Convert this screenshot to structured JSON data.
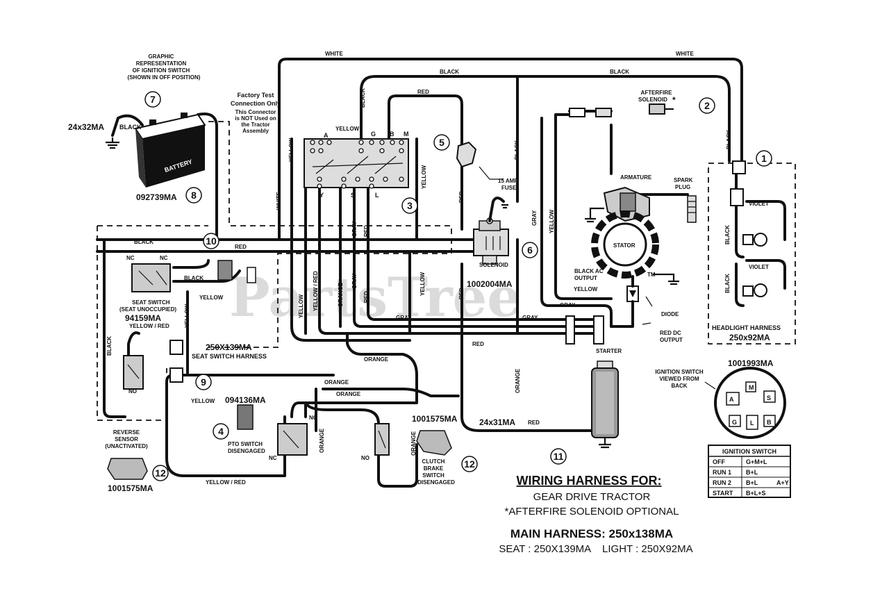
{
  "watermark": "PartsTree",
  "watermark_tm": "TM",
  "title": {
    "line1": "WIRING HARNESS FOR:",
    "line2": "GEAR DRIVE TRACTOR",
    "line3": "*AFTERFIRE SOLENOID OPTIONAL",
    "line4": "MAIN HARNESS: 250x138MA",
    "line5": "SEAT : 250X139MA    LIGHT : 250X92MA"
  },
  "callouts": [
    "1",
    "2",
    "3",
    "4",
    "5",
    "6",
    "7",
    "8",
    "9",
    "10",
    "11",
    "12",
    "12"
  ],
  "labels": {
    "graphic_rep_1": "GRAPHIC",
    "graphic_rep_2": "REPRESENTATION",
    "graphic_rep_3": "OF IGNITION SWITCH",
    "graphic_rep_4": "(SHOWN IN OFF POSITION)",
    "factory_1": "Factory Test",
    "factory_2": "Connection Only",
    "factory_3": "This Connector",
    "factory_4": "is NOT Used on",
    "factory_5": "the Tractor",
    "factory_6": "Assembly",
    "battery": "BATTERY",
    "p_24x32": "24x32MA",
    "p_092739": "092739MA",
    "p_1002004": "1002004MA",
    "solenoid": "SOLENOID",
    "fuse_1": "15 AMP",
    "fuse_2": "FUSE",
    "afterfire_1": "AFTERFIRE",
    "afterfire_2": "SOLENOID",
    "armature": "ARMATURE",
    "spark_1": "SPARK",
    "spark_2": "PLUG",
    "stator": "STATOR",
    "black_ac_1": "BLACK AC",
    "black_ac_2": "OUTPUT",
    "diode": "DIODE",
    "red_dc_1": "RED DC",
    "red_dc_2": "OUTPUT",
    "starter": "STARTER",
    "headlight_1": "HEADLIGHT HARNESS",
    "headlight_2": "250x92MA",
    "seat_switch_1": "SEAT SWITCH",
    "seat_switch_2": "(SEAT UNOCCUPIED)",
    "p_94159": "94159MA",
    "p_250x139": "250X139MA",
    "seat_harness": "SEAT SWITCH HARNESS",
    "p_094136": "094136MA",
    "pto_1": "PTO SWITCH",
    "pto_2": "DISENGAGED",
    "reverse_1": "REVERSE",
    "reverse_2": "SENSOR",
    "reverse_3": "(UNACTIVATED)",
    "p_1001575a": "1001575MA",
    "p_1001575b": "1001575MA",
    "clutch_1": "CLUTCH",
    "clutch_2": "BRAKE",
    "clutch_3": "SWITCH",
    "clutch_4": "DISENGAGED",
    "p_24x31": "24x31MA",
    "ign_view_1": "IGNITION SWITCH",
    "ign_view_2": "VIEWED FROM",
    "ign_view_3": "BACK",
    "p_1001993": "1001993MA",
    "nc": "NC",
    "no": "NO",
    "term_A": "A",
    "term_G": "G",
    "term_B": "B",
    "term_M": "M",
    "term_Y": "Y",
    "term_S": "S",
    "term_L": "L"
  },
  "wire_colors": {
    "white": "WHITE",
    "black": "BLACK",
    "red": "RED",
    "yellow": "YELLOW",
    "gray": "GRAY",
    "orange": "ORANGE",
    "violet": "VIOLET",
    "yellow_red": "YELLOW / RED"
  },
  "ignition_table": {
    "title": "IGNITION SWITCH",
    "rows": [
      [
        "OFF",
        "G+M+L",
        ""
      ],
      [
        "RUN 1",
        "B+L",
        ""
      ],
      [
        "RUN 2",
        "B+L",
        "A+Y"
      ],
      [
        "START",
        "B+L+S",
        ""
      ]
    ]
  }
}
